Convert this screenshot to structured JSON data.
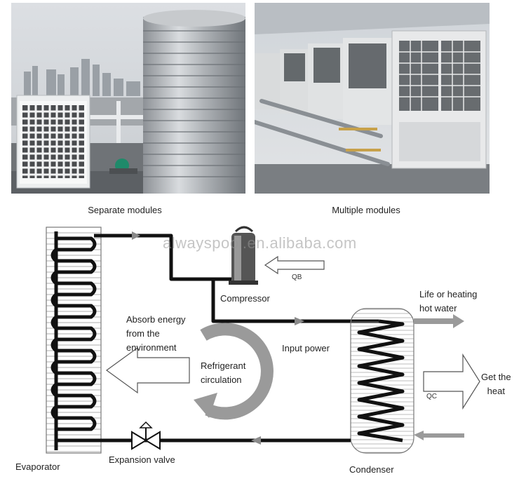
{
  "photos": {
    "left_caption": "Separate modules",
    "right_caption": "Multiple modules"
  },
  "watermark": "alwayspool.en.alibaba.com",
  "diagram": {
    "evaporator": "Evaporator",
    "expansion_valve": "Expansion valve",
    "compressor": "Compressor",
    "condenser": "Condenser",
    "absorb_line1": "Absorb energy",
    "absorb_line2": "from the",
    "absorb_line3": "environment",
    "refrigerant_line1": "Refrigerant",
    "refrigerant_line2": "circulation",
    "input_power": "Input power",
    "life_line1": "Life or heating",
    "life_line2": "hot water",
    "get_line1": "Get the",
    "get_line2": "heat",
    "qb": "QB",
    "qc": "QC"
  },
  "colors": {
    "pipe": "#111111",
    "flow_arrow": "#8a8a8a",
    "outline_arrow": "#555555",
    "sky": "#d7dbe0"
  }
}
